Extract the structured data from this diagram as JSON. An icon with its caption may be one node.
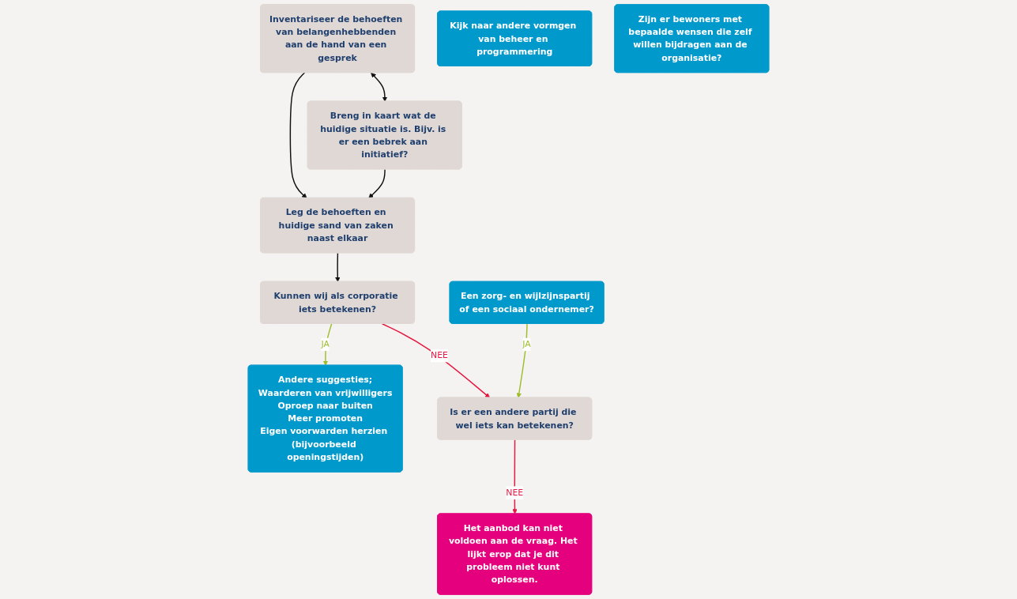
{
  "diagram": {
    "nodes": [
      {
        "text": [
          "Inventariseer de behoeften van belangenhebbenden aan de hand van een gesprek"
        ]
      },
      {
        "text": [
          "Breng in kaart wat de huidige situatie is. Bijv. is er een bebrek aan initiatief?"
        ]
      },
      {
        "text": [
          "Leg de behoeften en huidige sand van zaken naast elkaar"
        ]
      },
      {
        "text": [
          "Kijk naar andere vormgen van beheer en programmering"
        ]
      },
      {
        "text": [
          "Zijn er bewoners met bepaalde wensen die zelf willen bijdragen aan de organisatie?"
        ]
      },
      {
        "text": [
          "Andere suggesties;",
          "Waarderen van vrijwilligers",
          "Oproep naar buiten",
          "Meer promoten",
          "Eigen voorwarden herzien (bijvoorbeeld openingstijden)"
        ]
      },
      {
        "text": [
          "Kunnen wij als corporatie iets betekenen?"
        ]
      },
      {
        "text": [
          "Een zorg- en wijlzijnspartij of een sociaal ondernemer?"
        ]
      },
      {
        "text": [
          "Is er een andere partij die wel iets kan betekenen?"
        ]
      },
      {
        "text": [
          "Het aanbod kan niet voldoen aan de vraag. Het lijkt erop dat je dit probleem niet kunt oplossen."
        ]
      }
    ],
    "edges": [
      {
        "from": 0,
        "to": 1,
        "arrow": "both"
      },
      {
        "from": 0,
        "to": 2,
        "arrow": "to"
      },
      {
        "from": 1,
        "to": 2,
        "arrow": "to"
      },
      {
        "from": 2,
        "to": 6,
        "arrow": "to"
      },
      {
        "from": 6,
        "to": 5,
        "arrow": "to",
        "label": "JA",
        "color": "#9cbe2c"
      },
      {
        "from": 6,
        "to": 8,
        "arrow": "to",
        "label": "NEE",
        "color": "#e5173f"
      },
      {
        "from": 7,
        "to": 8,
        "arrow": "to",
        "label": "JA",
        "color": "#9cbe2c"
      },
      {
        "from": 8,
        "to": 9,
        "arrow": "to",
        "label": "NEE",
        "color": "#e5173f"
      }
    ]
  }
}
